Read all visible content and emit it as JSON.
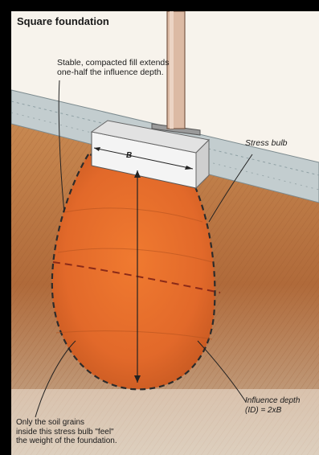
{
  "title": "Square foundation",
  "labels": {
    "fill_note": "Stable, compacted fill extends one-half the influence depth.",
    "stress_bulb": "Stress bulb",
    "width_b": "B",
    "influence_depth_line1": "Influence depth",
    "influence_depth_line2": "(ID) = 2xB",
    "soil_note_line1": "Only the soil grains",
    "soil_note_line2": "inside this stress bulb \"feel\"",
    "soil_note_line3": "the weight of the foundation."
  },
  "colors": {
    "frame": "#000000",
    "background": "#f7f3ec",
    "fill_layer": "#c9d2d4",
    "soil": "#b9713c",
    "bulb": "#e8712c",
    "footing": "#f3f3f3",
    "post": "#d9b6a0"
  }
}
